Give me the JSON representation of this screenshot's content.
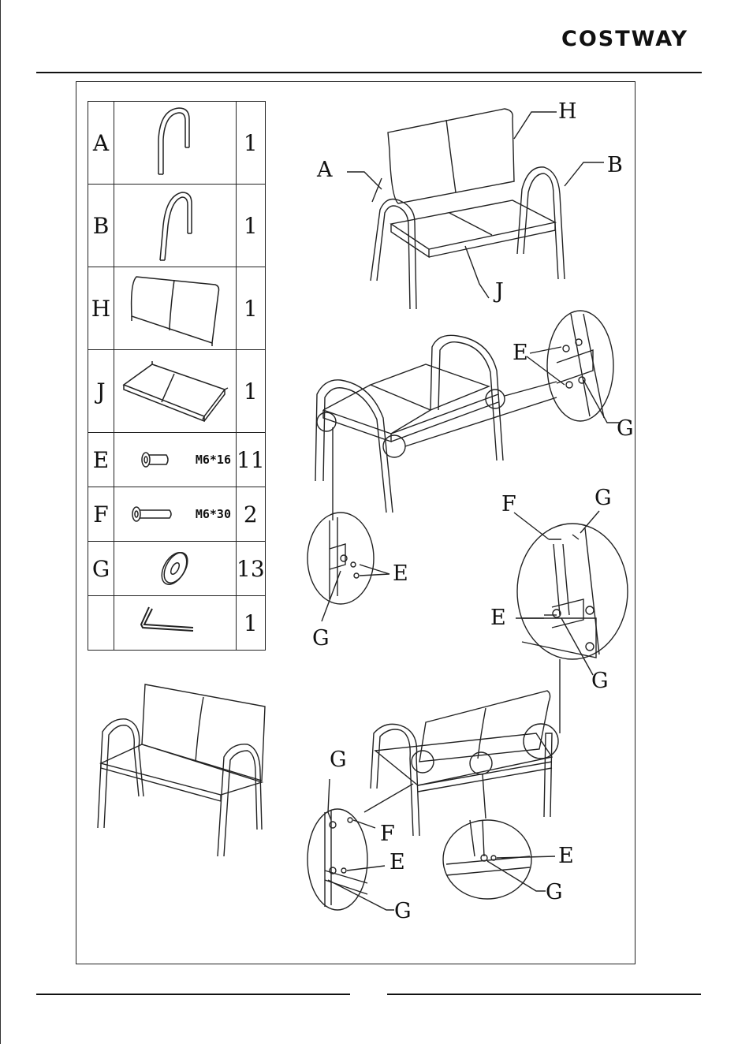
{
  "header": {
    "logo": "COSTWAY"
  },
  "parts": [
    {
      "letter": "A",
      "qty": "1",
      "icon": "armrest-a-icon",
      "spec": ""
    },
    {
      "letter": "B",
      "qty": "1",
      "icon": "armrest-b-icon",
      "spec": ""
    },
    {
      "letter": "H",
      "qty": "1",
      "icon": "backrest-icon",
      "spec": ""
    },
    {
      "letter": "J",
      "qty": "1",
      "icon": "seat-frame-icon",
      "spec": ""
    },
    {
      "letter": "E",
      "qty": "11",
      "icon": "bolt-short-icon",
      "spec": "M6*16"
    },
    {
      "letter": "F",
      "qty": "2",
      "icon": "bolt-long-icon",
      "spec": "M6*30"
    },
    {
      "letter": "G",
      "qty": "13",
      "icon": "washer-icon",
      "spec": ""
    },
    {
      "letter": "",
      "qty": "1",
      "icon": "allen-key-icon",
      "spec": ""
    }
  ],
  "callouts": {
    "exploded": {
      "h": "H",
      "a": "A",
      "b": "B",
      "j": "J"
    },
    "step1": {
      "e_top": "E",
      "g_top": "G",
      "e_left": "E",
      "g_left": "G"
    },
    "step2": {
      "f": "F",
      "g_a": "G",
      "e": "E",
      "g_b": "G"
    },
    "step3": {
      "g_a": "G",
      "f": "F",
      "e_a": "E",
      "g_b": "G",
      "e_b": "E",
      "g_c": "G"
    }
  }
}
